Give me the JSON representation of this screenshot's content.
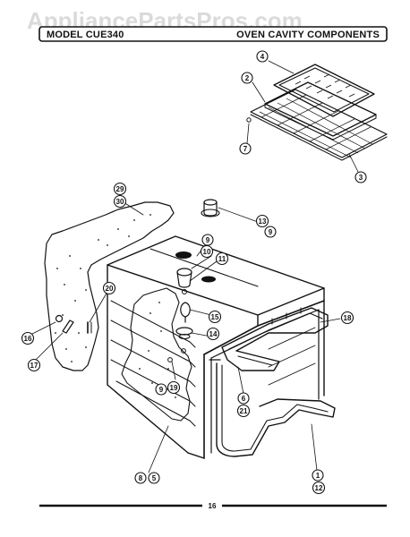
{
  "watermark": "AppliancePartsPros.com",
  "header": {
    "model_label": "MODEL CUE340",
    "section_title": "OVEN CAVITY COMPONENTS"
  },
  "callouts": {
    "c4": "4",
    "c2": "2",
    "c7": "7",
    "c3": "3",
    "c29": "29",
    "c30": "30",
    "c13": "13",
    "c9a": "9",
    "c9b": "9",
    "c10": "10",
    "c11": "11",
    "c20": "20",
    "c15": "15",
    "c16": "16",
    "c17": "17",
    "c14": "14",
    "c18": "18",
    "c9c": "9",
    "c19": "19",
    "c6": "6",
    "c21": "21",
    "c8": "8",
    "c5": "5",
    "c1": "1",
    "c12": "12"
  },
  "footer": {
    "page_number": "16"
  }
}
